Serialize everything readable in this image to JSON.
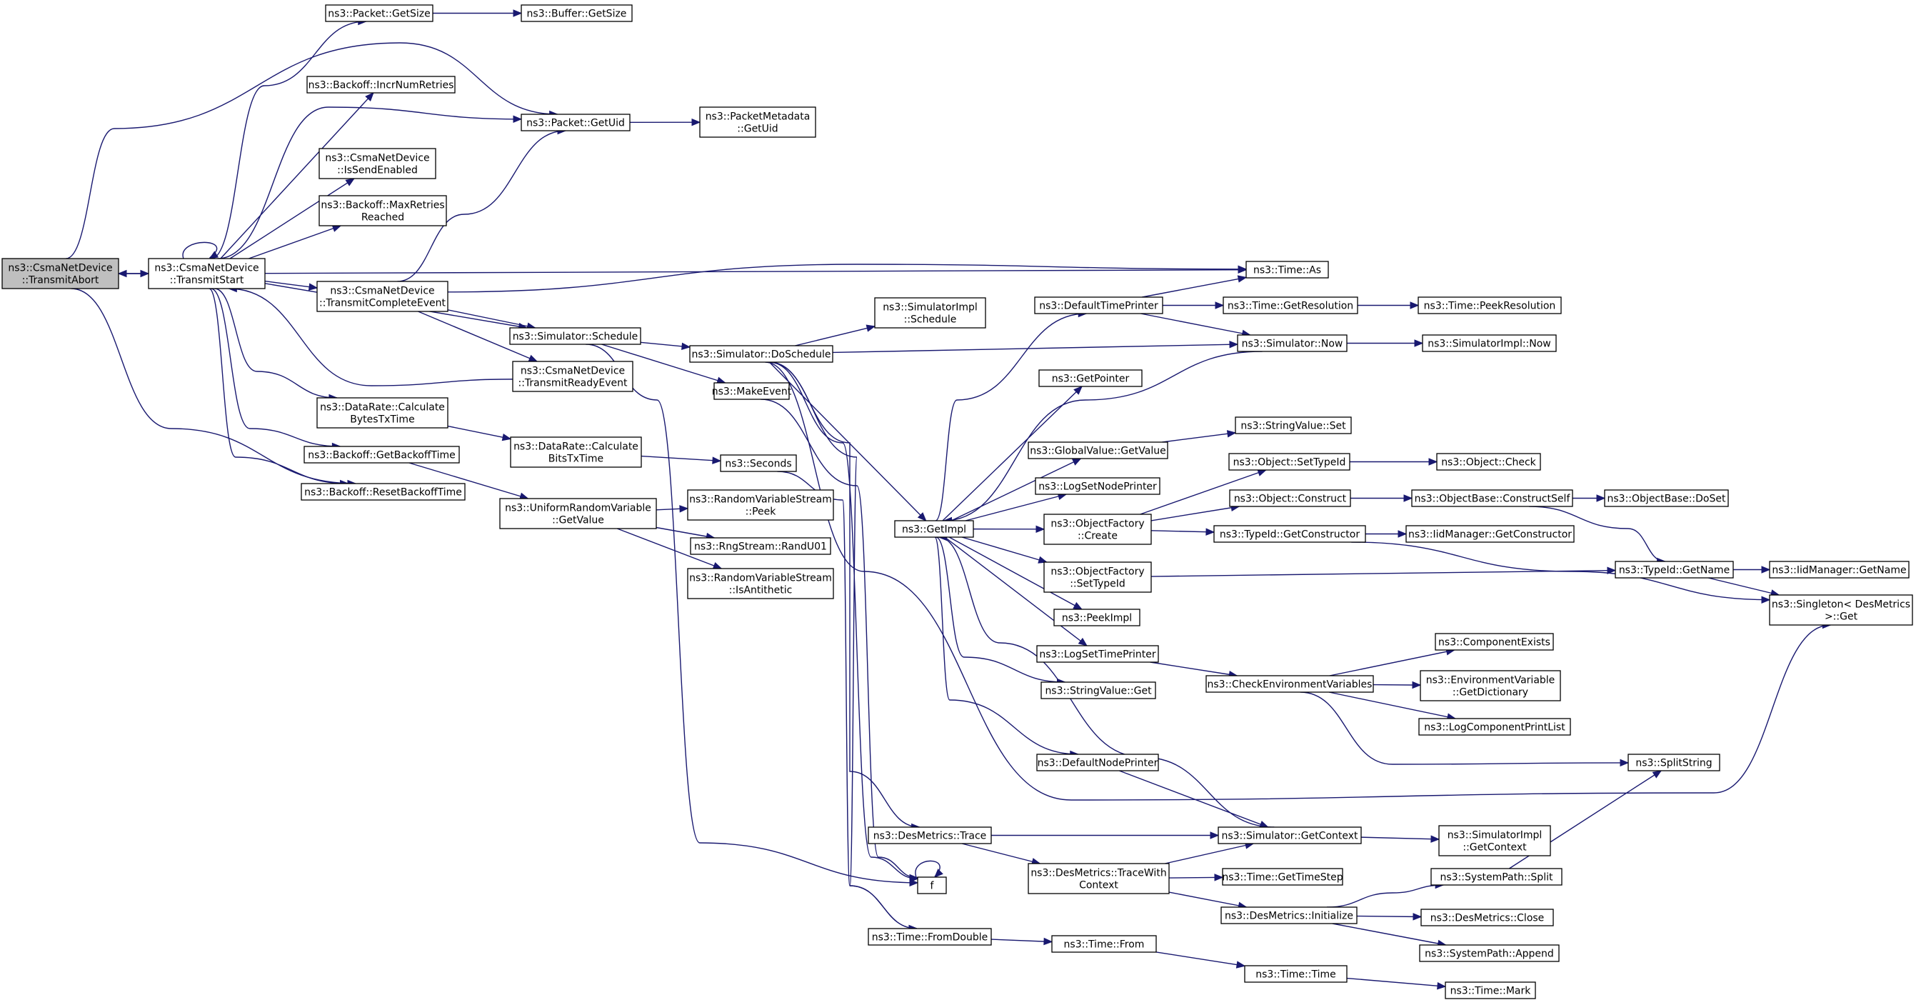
{
  "graph": {
    "type": "call-graph",
    "colors": {
      "edge": "#191970",
      "node_border": "#000000",
      "node_fill": "#ffffff",
      "root_fill": "#bfbfbf",
      "truncated_border": "#ff0000",
      "text": "#000000"
    },
    "nodes": [
      {
        "id": "abort",
        "lines": [
          "ns3::CsmaNetDevice",
          "::TransmitAbort"
        ],
        "style": "root"
      },
      {
        "id": "tstart",
        "lines": [
          "ns3::CsmaNetDevice",
          "::TransmitStart"
        ]
      },
      {
        "id": "pgetsize",
        "lines": [
          "ns3::Packet::GetSize"
        ]
      },
      {
        "id": "bgetsize",
        "lines": [
          "ns3::Buffer::GetSize"
        ]
      },
      {
        "id": "incr",
        "lines": [
          "ns3::Backoff::IncrNumRetries"
        ]
      },
      {
        "id": "puid",
        "lines": [
          "ns3::Packet::GetUid"
        ]
      },
      {
        "id": "pmuid",
        "lines": [
          "ns3::PacketMetadata",
          "::GetUid"
        ]
      },
      {
        "id": "issend",
        "lines": [
          "ns3::CsmaNetDevice",
          "::IsSendEnabled"
        ]
      },
      {
        "id": "maxret",
        "lines": [
          "ns3::Backoff::MaxRetries",
          "Reached"
        ]
      },
      {
        "id": "tcomp",
        "lines": [
          "ns3::CsmaNetDevice",
          "::TransmitCompleteEvent"
        ]
      },
      {
        "id": "tas",
        "lines": [
          "ns3::Time::As"
        ]
      },
      {
        "id": "sched",
        "lines": [
          "ns3::Simulator::Schedule"
        ]
      },
      {
        "id": "tready",
        "lines": [
          "ns3::CsmaNetDevice",
          "::TransmitReadyEvent"
        ]
      },
      {
        "id": "dsched",
        "lines": [
          "ns3::Simulator::DoSchedule"
        ]
      },
      {
        "id": "simisched",
        "lines": [
          "ns3::SimulatorImpl",
          "::Schedule"
        ]
      },
      {
        "id": "makeev",
        "lines": [
          "ns3::MakeEvent"
        ]
      },
      {
        "id": "dtp",
        "lines": [
          "ns3::DefaultTimePrinter"
        ]
      },
      {
        "id": "getres",
        "lines": [
          "ns3::Time::GetResolution"
        ]
      },
      {
        "id": "peekres",
        "lines": [
          "ns3::Time::PeekResolution"
        ],
        "style": "truncated"
      },
      {
        "id": "snow",
        "lines": [
          "ns3::Simulator::Now"
        ]
      },
      {
        "id": "sinow",
        "lines": [
          "ns3::SimulatorImpl::Now"
        ]
      },
      {
        "id": "getptr",
        "lines": [
          "ns3::GetPointer"
        ]
      },
      {
        "id": "gvgv",
        "lines": [
          "ns3::GlobalValue::GetValue"
        ]
      },
      {
        "id": "svset",
        "lines": [
          "ns3::StringValue::Set"
        ]
      },
      {
        "id": "cbytes",
        "lines": [
          "ns3::DataRate::Calculate",
          "BytesTxTime"
        ]
      },
      {
        "id": "cbits",
        "lines": [
          "ns3::DataRate::Calculate",
          "BitsTxTime"
        ]
      },
      {
        "id": "secs",
        "lines": [
          "ns3::Seconds"
        ]
      },
      {
        "id": "gbt",
        "lines": [
          "ns3::Backoff::GetBackoffTime"
        ]
      },
      {
        "id": "rbt",
        "lines": [
          "ns3::Backoff::ResetBackoffTime"
        ]
      },
      {
        "id": "urv",
        "lines": [
          "ns3::UniformRandomVariable",
          "::GetValue"
        ]
      },
      {
        "id": "rvpeek",
        "lines": [
          "ns3::RandomVariableStream",
          "::Peek"
        ]
      },
      {
        "id": "rand",
        "lines": [
          "ns3::RngStream::RandU01"
        ]
      },
      {
        "id": "anti",
        "lines": [
          "ns3::RandomVariableStream",
          "::IsAntithetic"
        ]
      },
      {
        "id": "getimpl",
        "lines": [
          "ns3::GetImpl"
        ]
      },
      {
        "id": "lsnp",
        "lines": [
          "ns3::LogSetNodePrinter"
        ]
      },
      {
        "id": "ofc",
        "lines": [
          "ns3::ObjectFactory",
          "::Create"
        ]
      },
      {
        "id": "ostid",
        "lines": [
          "ns3::Object::SetTypeId"
        ]
      },
      {
        "id": "ocheck",
        "lines": [
          "ns3::Object::Check"
        ],
        "style": "truncated"
      },
      {
        "id": "ocons",
        "lines": [
          "ns3::Object::Construct"
        ]
      },
      {
        "id": "obcs",
        "lines": [
          "ns3::ObjectBase::ConstructSelf"
        ],
        "style": "truncated"
      },
      {
        "id": "obds",
        "lines": [
          "ns3::ObjectBase::DoSet"
        ]
      },
      {
        "id": "tgc",
        "lines": [
          "ns3::TypeId::GetConstructor"
        ]
      },
      {
        "id": "iigc",
        "lines": [
          "ns3::IidManager::GetConstructor"
        ],
        "style": "truncated"
      },
      {
        "id": "oftid",
        "lines": [
          "ns3::ObjectFactory",
          "::SetTypeId"
        ]
      },
      {
        "id": "tgn",
        "lines": [
          "ns3::TypeId::GetName"
        ]
      },
      {
        "id": "iign",
        "lines": [
          "ns3::IidManager::GetName"
        ],
        "style": "truncated"
      },
      {
        "id": "single",
        "lines": [
          "ns3::Singleton< DesMetrics",
          ">::Get"
        ]
      },
      {
        "id": "peekimpl",
        "lines": [
          "ns3::PeekImpl"
        ]
      },
      {
        "id": "lstp",
        "lines": [
          "ns3::LogSetTimePrinter"
        ]
      },
      {
        "id": "cev",
        "lines": [
          "ns3::CheckEnvironmentVariables"
        ]
      },
      {
        "id": "compex",
        "lines": [
          "ns3::ComponentExists"
        ],
        "style": "truncated"
      },
      {
        "id": "envdict",
        "lines": [
          "ns3::EnvironmentVariable",
          "::GetDictionary"
        ],
        "style": "truncated"
      },
      {
        "id": "lcpl",
        "lines": [
          "ns3::LogComponentPrintList"
        ],
        "style": "truncated"
      },
      {
        "id": "svget",
        "lines": [
          "ns3::StringValue::Get"
        ]
      },
      {
        "id": "dnp",
        "lines": [
          "ns3::DefaultNodePrinter"
        ]
      },
      {
        "id": "split",
        "lines": [
          "ns3::SplitString"
        ]
      },
      {
        "id": "dmtrace",
        "lines": [
          "ns3::DesMetrics::Trace"
        ]
      },
      {
        "id": "sgctx",
        "lines": [
          "ns3::Simulator::GetContext"
        ]
      },
      {
        "id": "sigctx",
        "lines": [
          "ns3::SimulatorImpl",
          "::GetContext"
        ]
      },
      {
        "id": "f",
        "lines": [
          "f"
        ]
      },
      {
        "id": "dmtwc",
        "lines": [
          "ns3::DesMetrics::TraceWith",
          "Context"
        ]
      },
      {
        "id": "tgts",
        "lines": [
          "ns3::Time::GetTimeStep"
        ]
      },
      {
        "id": "spsplit",
        "lines": [
          "ns3::SystemPath::Split"
        ]
      },
      {
        "id": "dminit",
        "lines": [
          "ns3::DesMetrics::Initialize"
        ]
      },
      {
        "id": "dmclose",
        "lines": [
          "ns3::DesMetrics::Close"
        ]
      },
      {
        "id": "spapp",
        "lines": [
          "ns3::SystemPath::Append"
        ]
      },
      {
        "id": "tfd",
        "lines": [
          "ns3::Time::FromDouble"
        ]
      },
      {
        "id": "tfrom",
        "lines": [
          "ns3::Time::From"
        ]
      },
      {
        "id": "ttime",
        "lines": [
          "ns3::Time::Time"
        ]
      },
      {
        "id": "tmark",
        "lines": [
          "ns3::Time::Mark"
        ]
      }
    ],
    "edges": [
      {
        "from": "abort",
        "to": "tstart"
      },
      {
        "from": "abort",
        "to": "puid"
      },
      {
        "from": "abort",
        "to": "rbt"
      },
      {
        "from": "tstart",
        "to": "abort"
      },
      {
        "from": "tstart",
        "to": "tstart"
      },
      {
        "from": "tstart",
        "to": "pgetsize"
      },
      {
        "from": "tstart",
        "to": "incr"
      },
      {
        "from": "tstart",
        "to": "puid"
      },
      {
        "from": "tstart",
        "to": "issend"
      },
      {
        "from": "tstart",
        "to": "maxret"
      },
      {
        "from": "tstart",
        "to": "tcomp"
      },
      {
        "from": "tstart",
        "to": "tas"
      },
      {
        "from": "tstart",
        "to": "sched"
      },
      {
        "from": "tstart",
        "to": "cbytes"
      },
      {
        "from": "tstart",
        "to": "gbt"
      },
      {
        "from": "tstart",
        "to": "rbt"
      },
      {
        "from": "pgetsize",
        "to": "bgetsize"
      },
      {
        "from": "puid",
        "to": "pmuid"
      },
      {
        "from": "tcomp",
        "to": "puid"
      },
      {
        "from": "tcomp",
        "to": "tas"
      },
      {
        "from": "tcomp",
        "to": "sched"
      },
      {
        "from": "tcomp",
        "to": "tready"
      },
      {
        "from": "tready",
        "to": "tstart"
      },
      {
        "from": "sched",
        "to": "dsched"
      },
      {
        "from": "sched",
        "to": "makeev"
      },
      {
        "from": "sched",
        "to": "f"
      },
      {
        "from": "dsched",
        "to": "simisched"
      },
      {
        "from": "dsched",
        "to": "snow"
      },
      {
        "from": "dsched",
        "to": "getimpl"
      },
      {
        "from": "dsched",
        "to": "dmtrace"
      },
      {
        "from": "dsched",
        "to": "f"
      },
      {
        "from": "dsched",
        "to": "single"
      },
      {
        "from": "dsched",
        "to": "tfd"
      },
      {
        "from": "makeev",
        "to": "f"
      },
      {
        "from": "cbytes",
        "to": "cbits"
      },
      {
        "from": "cbits",
        "to": "secs"
      },
      {
        "from": "secs",
        "to": "tfd"
      },
      {
        "from": "gbt",
        "to": "urv"
      },
      {
        "from": "urv",
        "to": "rvpeek"
      },
      {
        "from": "urv",
        "to": "rand"
      },
      {
        "from": "urv",
        "to": "anti"
      },
      {
        "from": "getimpl",
        "to": "dtp"
      },
      {
        "from": "getimpl",
        "to": "getptr"
      },
      {
        "from": "getimpl",
        "to": "gvgv"
      },
      {
        "from": "getimpl",
        "to": "lsnp"
      },
      {
        "from": "getimpl",
        "to": "ofc"
      },
      {
        "from": "getimpl",
        "to": "oftid"
      },
      {
        "from": "getimpl",
        "to": "peekimpl"
      },
      {
        "from": "getimpl",
        "to": "lstp"
      },
      {
        "from": "getimpl",
        "to": "svget"
      },
      {
        "from": "getimpl",
        "to": "dnp"
      },
      {
        "from": "dtp",
        "to": "tas"
      },
      {
        "from": "dtp",
        "to": "getres"
      },
      {
        "from": "dtp",
        "to": "snow"
      },
      {
        "from": "getres",
        "to": "peekres"
      },
      {
        "from": "snow",
        "to": "sinow"
      },
      {
        "from": "snow",
        "to": "getimpl"
      },
      {
        "from": "gvgv",
        "to": "svset"
      },
      {
        "from": "ofc",
        "to": "ostid"
      },
      {
        "from": "ofc",
        "to": "ocons"
      },
      {
        "from": "ofc",
        "to": "tgc"
      },
      {
        "from": "ostid",
        "to": "ocheck"
      },
      {
        "from": "ocons",
        "to": "obcs"
      },
      {
        "from": "obcs",
        "to": "obds"
      },
      {
        "from": "obcs",
        "to": "tgn"
      },
      {
        "from": "tgc",
        "to": "iigc"
      },
      {
        "from": "tgc",
        "to": "single"
      },
      {
        "from": "oftid",
        "to": "tgn"
      },
      {
        "from": "tgn",
        "to": "iign"
      },
      {
        "from": "tgn",
        "to": "single"
      },
      {
        "from": "lstp",
        "to": "cev"
      },
      {
        "from": "cev",
        "to": "compex"
      },
      {
        "from": "cev",
        "to": "envdict"
      },
      {
        "from": "cev",
        "to": "lcpl"
      },
      {
        "from": "cev",
        "to": "split"
      },
      {
        "from": "dnp",
        "to": "sgctx"
      },
      {
        "from": "sgctx",
        "to": "sigctx"
      },
      {
        "from": "sgctx",
        "to": "getimpl"
      },
      {
        "from": "dmtrace",
        "to": "sgctx"
      },
      {
        "from": "dmtrace",
        "to": "dmtwc"
      },
      {
        "from": "dmtwc",
        "to": "sgctx"
      },
      {
        "from": "dmtwc",
        "to": "tgts"
      },
      {
        "from": "dmtwc",
        "to": "dminit"
      },
      {
        "from": "dminit",
        "to": "spsplit"
      },
      {
        "from": "dminit",
        "to": "dmclose"
      },
      {
        "from": "dminit",
        "to": "spapp"
      },
      {
        "from": "spsplit",
        "to": "split"
      },
      {
        "from": "f",
        "to": "f"
      },
      {
        "from": "tfd",
        "to": "tfrom"
      },
      {
        "from": "tfrom",
        "to": "ttime"
      },
      {
        "from": "ttime",
        "to": "tmark"
      }
    ]
  }
}
